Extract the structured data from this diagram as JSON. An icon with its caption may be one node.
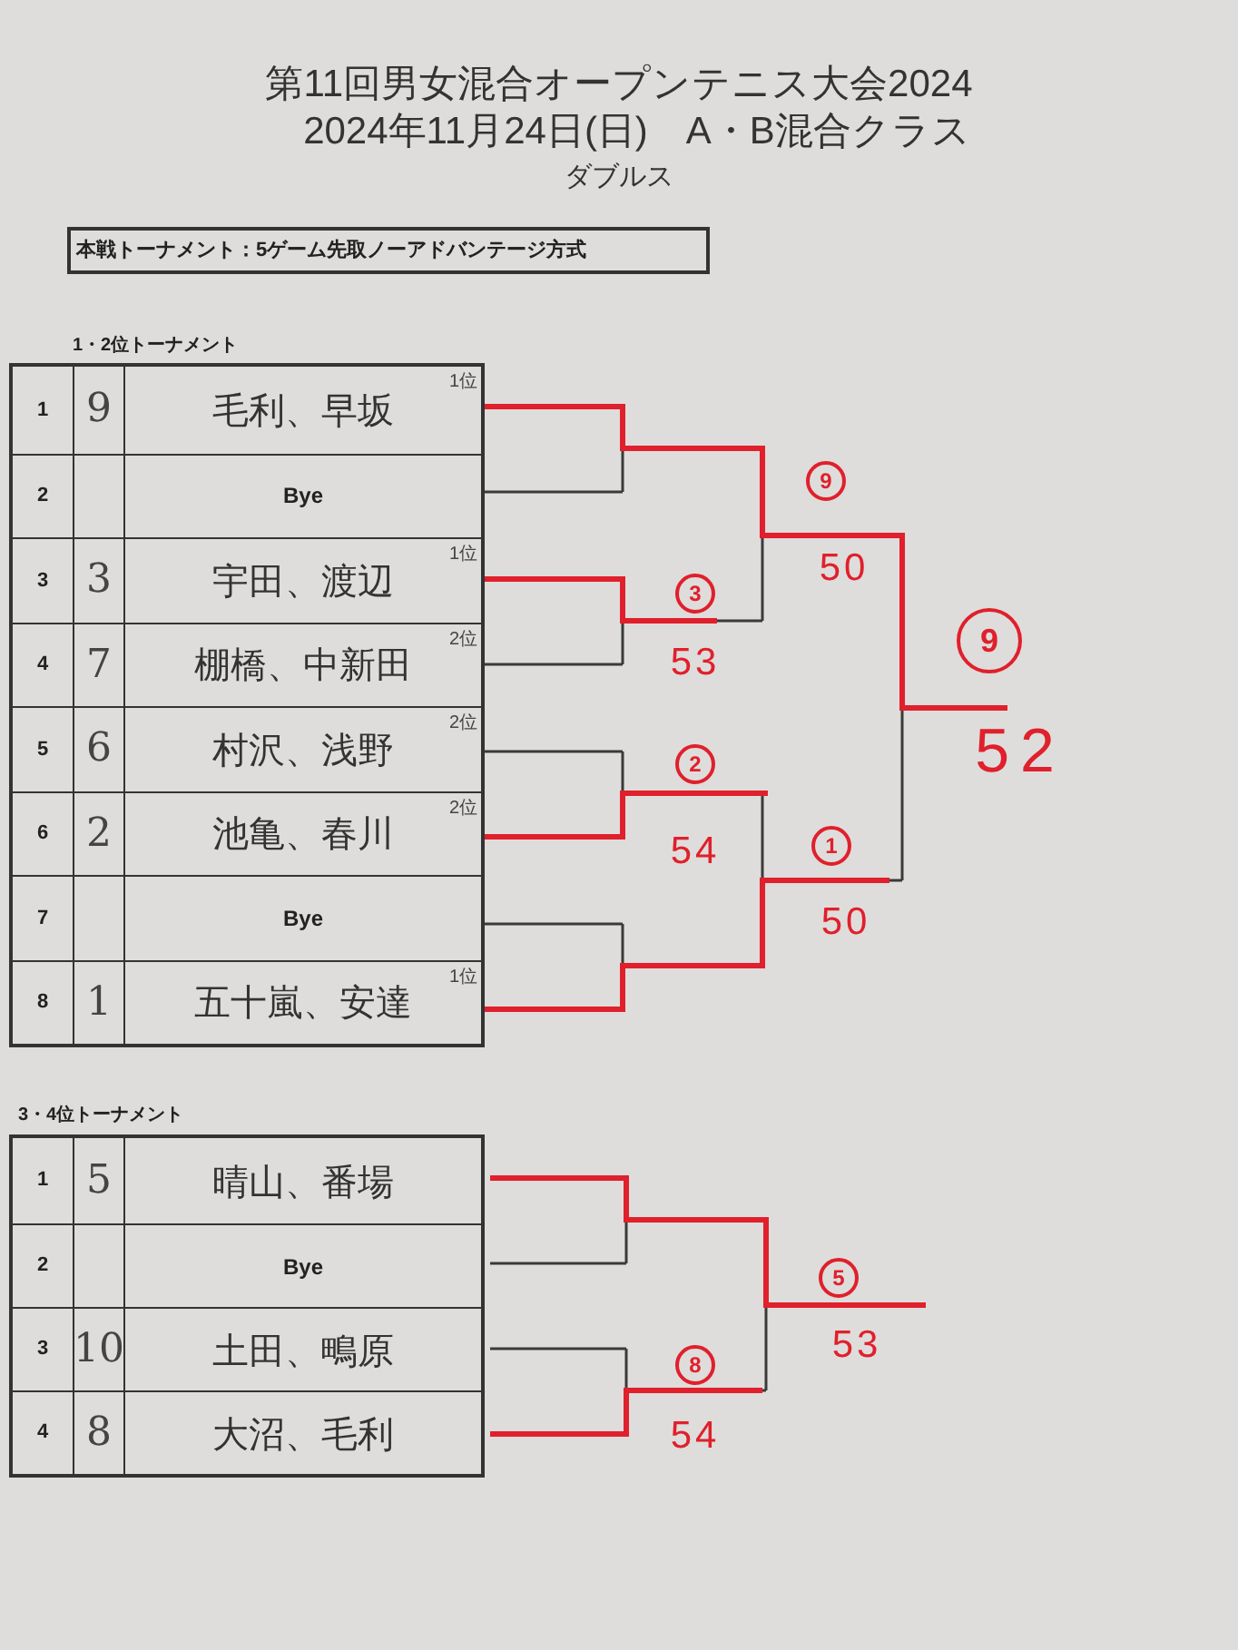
{
  "diagram": {
    "title": "第11回男女混合オープンテニス大会2024",
    "nodes": [
      {
        "text": [
          "本戦トーナメント：5ゲーム先取ノーアドバンテージ方式"
        ]
      }
    ],
    "labels": [
      "2024年11月24日(日)　A・B混合クラス",
      "ダブルス",
      "1・2位トーナメント",
      "1",
      "9",
      "毛利、早坂",
      "1位",
      "2",
      "Bye",
      "3",
      "3",
      "宇田、渡辺",
      "1位",
      "4",
      "7",
      "棚橋、中新田",
      "2位",
      "5",
      "6",
      "村沢、浅野",
      "2位",
      "6",
      "2",
      "池亀、春川",
      "2位",
      "7",
      "Bye",
      "8",
      "1",
      "五十嵐、安達",
      "1位",
      "3",
      "53",
      "2",
      "54",
      "9",
      "50",
      "1",
      "50",
      "9",
      "52",
      "3・4位トーナメント",
      "1",
      "5",
      "晴山、番場",
      "2",
      "Bye",
      "3",
      "10",
      "土田、鴫原",
      "4",
      "8",
      "大沼、毛利",
      "8",
      "54",
      "5",
      "53"
    ]
  }
}
